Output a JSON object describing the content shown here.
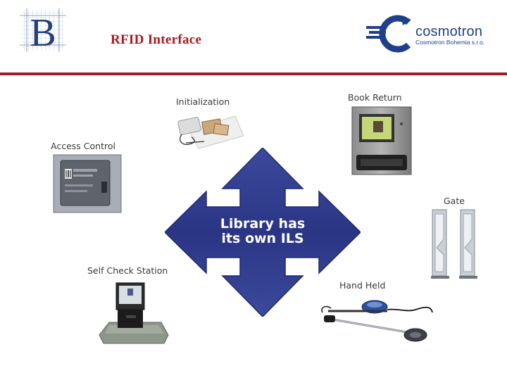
{
  "header": {
    "title": "RFID Interface",
    "left_logo": {
      "letter": "B",
      "icon": "b-monogram-logo"
    },
    "right_logo": {
      "name": "cosmotron",
      "subtitle": "Cosmotron Bohemia s.r.o.",
      "icon": "cosmotron-c-logo"
    },
    "accent_color": "#a31b22",
    "brand_color": "#1e3f8a"
  },
  "diagram": {
    "center": {
      "lines": [
        "Library has",
        "its own ILS"
      ],
      "color": "#2d3a8c",
      "shape": "four-way-arrow"
    },
    "nodes": [
      {
        "label": "Initialization",
        "icon": "rfid-encoder-station-image"
      },
      {
        "label": "Book Return",
        "icon": "book-return-kiosk-image"
      },
      {
        "label": "Access Control",
        "icon": "access-control-reader-image"
      },
      {
        "label": "Gate",
        "icon": "security-gate-image"
      },
      {
        "label": "Self Check Station",
        "icon": "self-check-kiosk-image"
      },
      {
        "label": "Hand Held",
        "icon": "handheld-reader-wand-image"
      }
    ]
  }
}
